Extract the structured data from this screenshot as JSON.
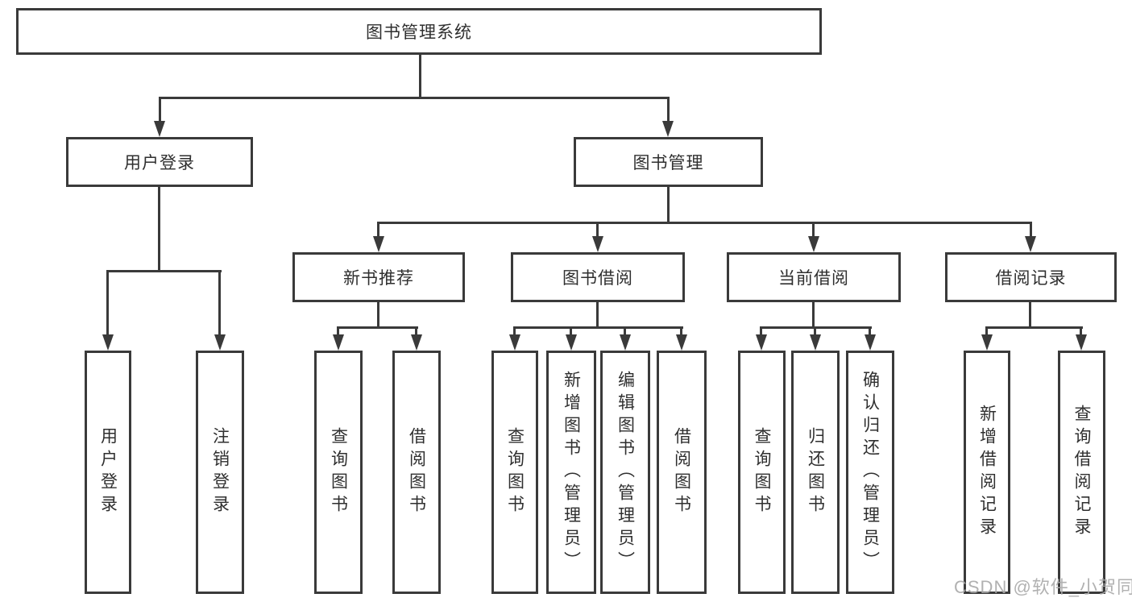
{
  "diagram": {
    "root": "图书管理系统",
    "l1": [
      "用户登录",
      "图书管理"
    ],
    "l2": [
      "新书推荐",
      "图书借阅",
      "当前借阅",
      "借阅记录"
    ],
    "leaves_user": [
      "用户登录",
      "注销登录"
    ],
    "leaves_recommend": [
      "查询图书",
      "借阅图书"
    ],
    "leaves_borrow": [
      "查询图书",
      "新增图书（管理员）",
      "编辑图书（管理员）",
      "借阅图书"
    ],
    "leaves_current": [
      "查询图书",
      "归还图书",
      "确认归还（管理员）"
    ],
    "leaves_records": [
      "新增借阅记录",
      "查询借阅记录"
    ]
  },
  "watermark": "CSDN @软件_小贺同学",
  "colors": {
    "line": "#3a3a3a",
    "text": "#2f2f2f",
    "background": "#ffffff",
    "watermark": "#a8a8a8"
  }
}
